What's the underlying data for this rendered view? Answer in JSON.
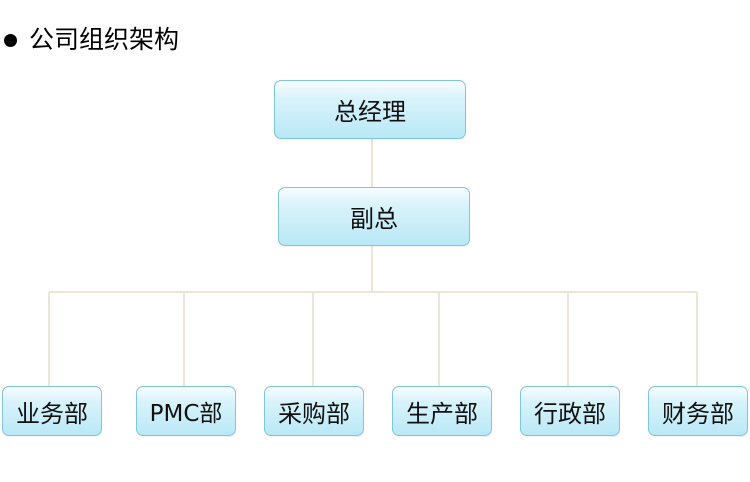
{
  "heading": {
    "text": "公司组织架构"
  },
  "org": {
    "top": "总经理",
    "second": "副总",
    "departments": [
      "业务部",
      "PMC部",
      "采购部",
      "生产部",
      "行政部",
      "财务部"
    ]
  },
  "colors": {
    "box_border": "#7fc6d9",
    "box_fill_top": "#f7fdff",
    "box_fill_bottom": "#b9e8f6",
    "connector": "#ebe6d6"
  }
}
